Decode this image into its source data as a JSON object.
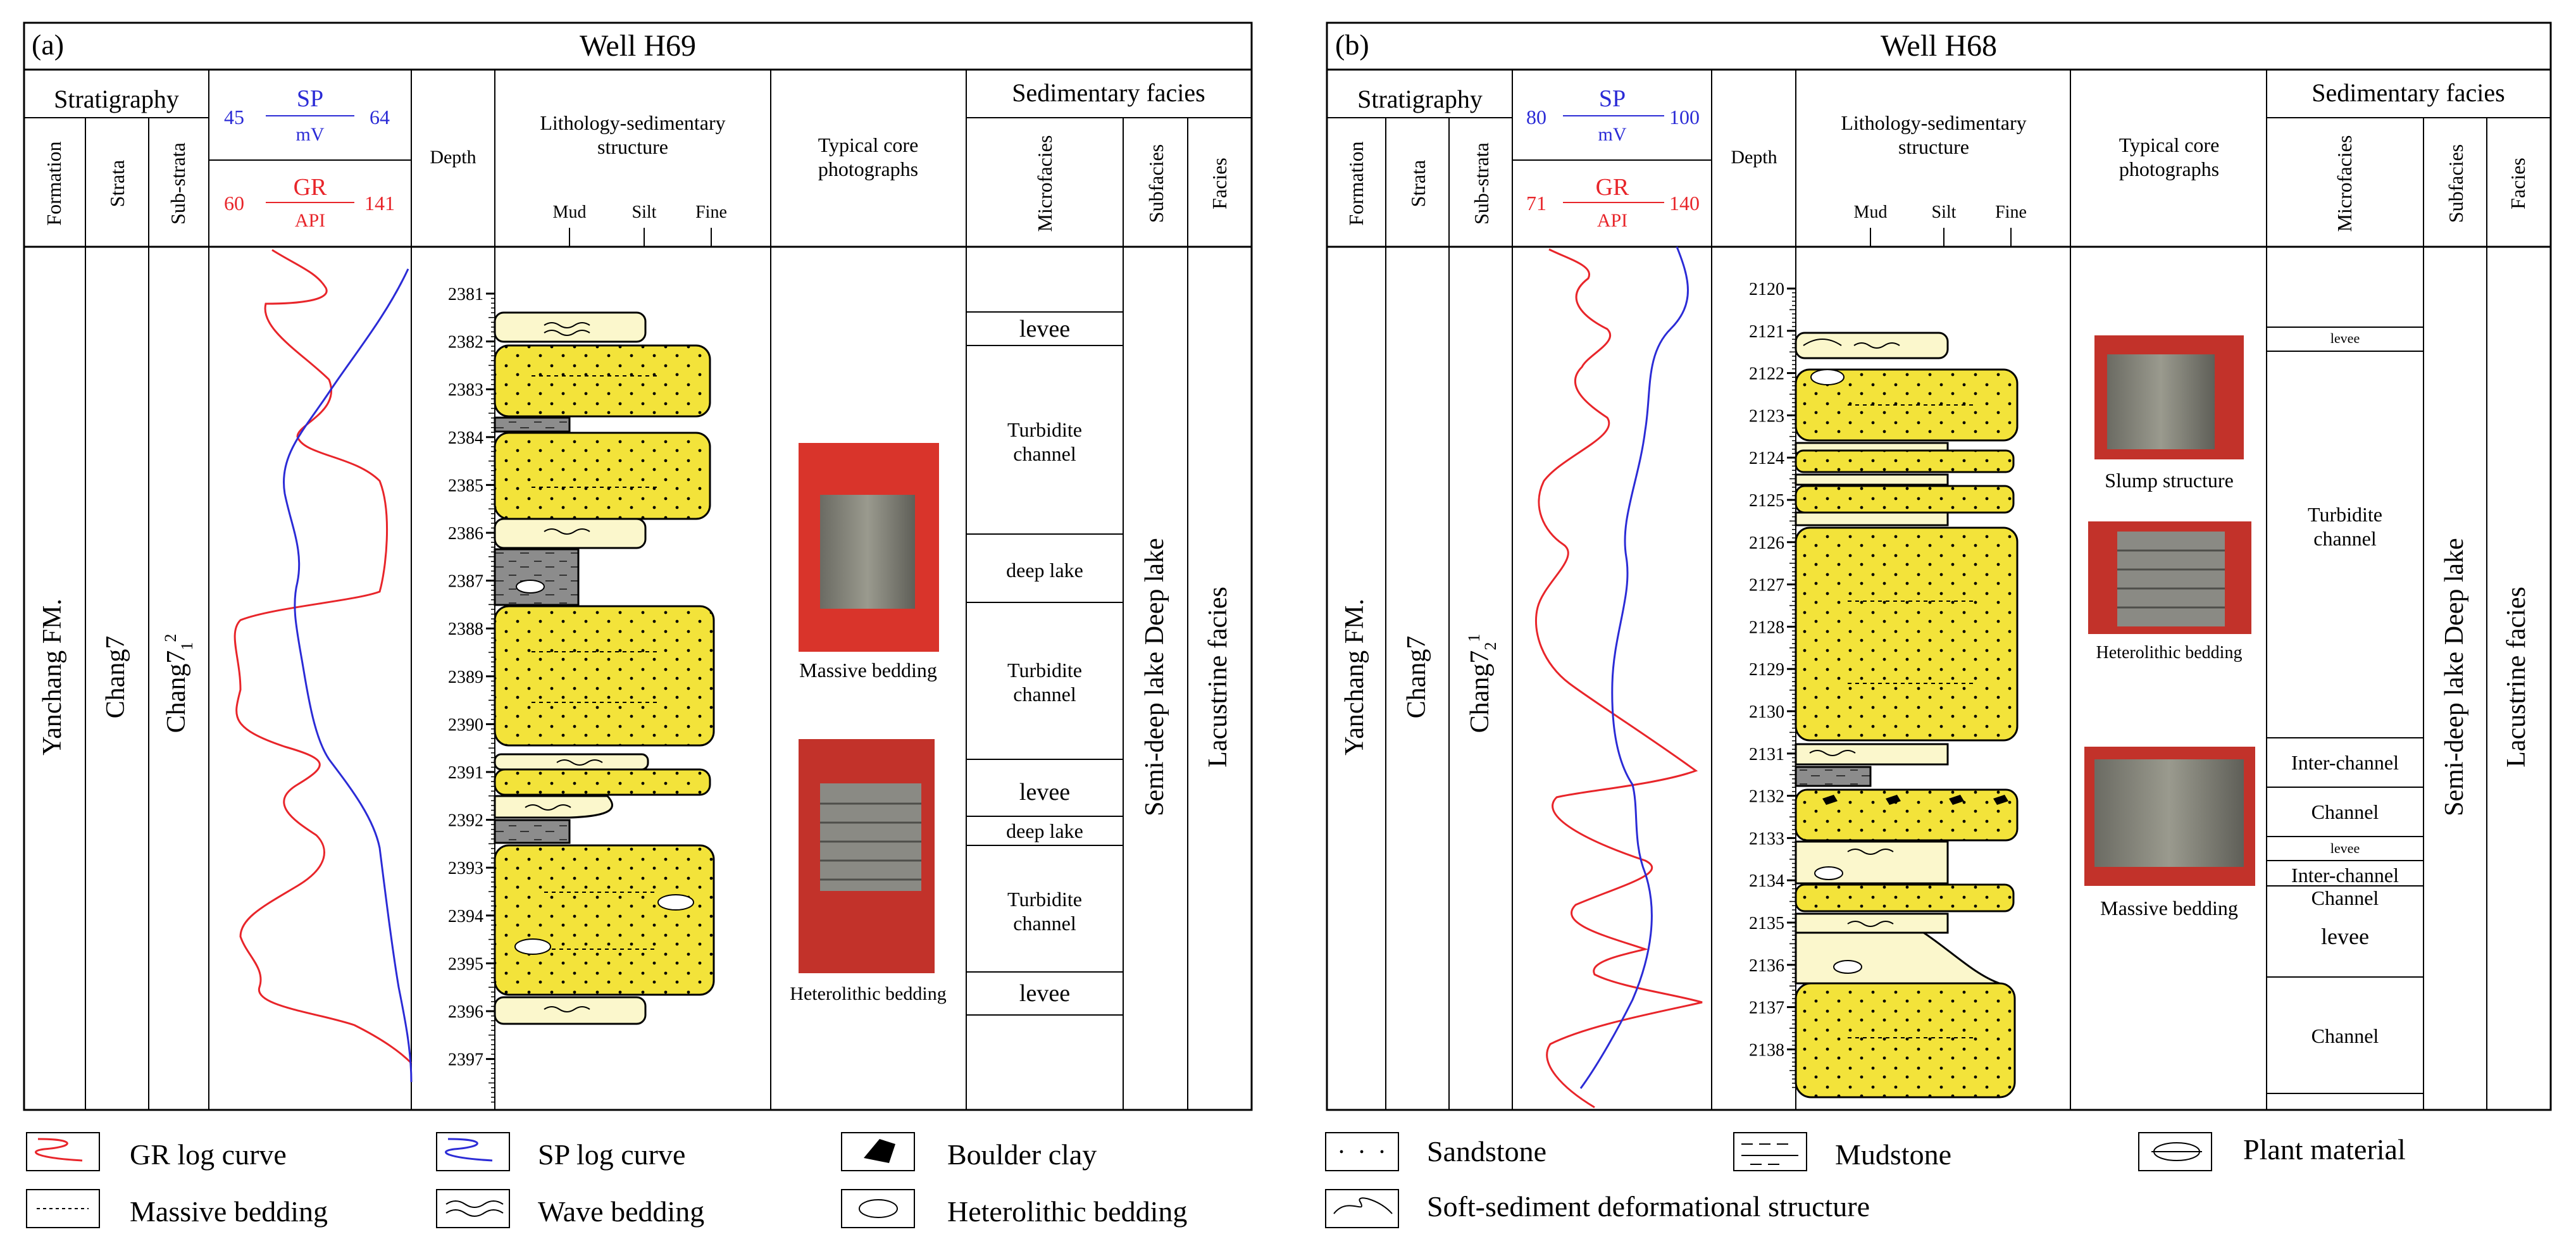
{
  "panel_a": {
    "label": "(a)",
    "well": "Well H69",
    "stratigraphy": "Stratigraphy",
    "formation_header": "Formation",
    "strata_header": "Strata",
    "substrata_header": "Sub-strata",
    "sp_label": "SP",
    "sp_unit": "mV",
    "sp_min": "45",
    "sp_max": "64",
    "gr_label": "GR",
    "gr_unit": "API",
    "gr_min": "60",
    "gr_max": "141",
    "depth_header": "Depth",
    "lith_header_1": "Lithology-sedimentary",
    "lith_header_2": "structure",
    "grain_mud": "Mud",
    "grain_silt": "Silt",
    "grain_fine": "Fine",
    "core_header_1": "Typical core",
    "core_header_2": "photographs",
    "sed_facies": "Sedimentary facies",
    "microfacies_header": "Microfacies",
    "subfacies_header": "Subfacies",
    "facies_header": "Facies",
    "formation": "Yanchang FM.",
    "strata": "Chang7",
    "substrata_base": "Chang7",
    "substrata_sub": "1",
    "substrata_sup": "2",
    "depths": [
      "2381",
      "2382",
      "2383",
      "2384",
      "2385",
      "2386",
      "2387",
      "2388",
      "2389",
      "2390",
      "2391",
      "2392",
      "2393",
      "2394",
      "2395",
      "2396",
      "2397"
    ],
    "microfacies": [
      "levee",
      "Turbidite",
      "channel",
      "deep lake",
      "Turbidite",
      "channel",
      "levee",
      "deep lake",
      "Turbidite",
      "channel",
      "levee"
    ],
    "subfacies": "Semi-deep lake   Deep lake",
    "facies": "Lacustrine facies",
    "core_captions": [
      "Massive bedding",
      "Heterolithic bedding"
    ]
  },
  "panel_b": {
    "label": "(b)",
    "well": "Well H68",
    "sp_min": "80",
    "sp_max": "100",
    "gr_min": "71",
    "gr_max": "140",
    "substrata_base": "Chang7",
    "substrata_sub": "2",
    "substrata_sup": "1",
    "depths": [
      "2120",
      "2121",
      "2122",
      "2123",
      "2124",
      "2125",
      "2126",
      "2127",
      "2128",
      "2129",
      "2130",
      "2131",
      "2132",
      "2133",
      "2134",
      "2135",
      "2136",
      "2137",
      "2138"
    ],
    "microfacies": [
      "levee",
      "Turbidite",
      "channel",
      "Inter-channel",
      "Channel",
      "levee",
      "Inter-channel",
      "Channel",
      "levee",
      "Channel"
    ],
    "core_captions": [
      "Slump structure",
      "Heterolithic bedding",
      "Massive bedding"
    ]
  },
  "legend": {
    "gr_curve": "GR  log curve",
    "sp_curve": "SP  log curve",
    "boulder": "Boulder clay",
    "massive": "Massive  bedding",
    "wave": "Wave  bedding",
    "heterolithic": "Heterolithic  bedding",
    "sandstone": "Sandstone",
    "mudstone": "Mudstone",
    "plant": "Plant material",
    "softsed": "Soft-sediment  deformational  structure"
  },
  "colors": {
    "gr": "#e8252a",
    "sp": "#2b2bd6",
    "sand": "#f3e33a",
    "silt": "#fbf7cc",
    "mud": "#8c8c8c",
    "core_bg": "#d9342b"
  }
}
